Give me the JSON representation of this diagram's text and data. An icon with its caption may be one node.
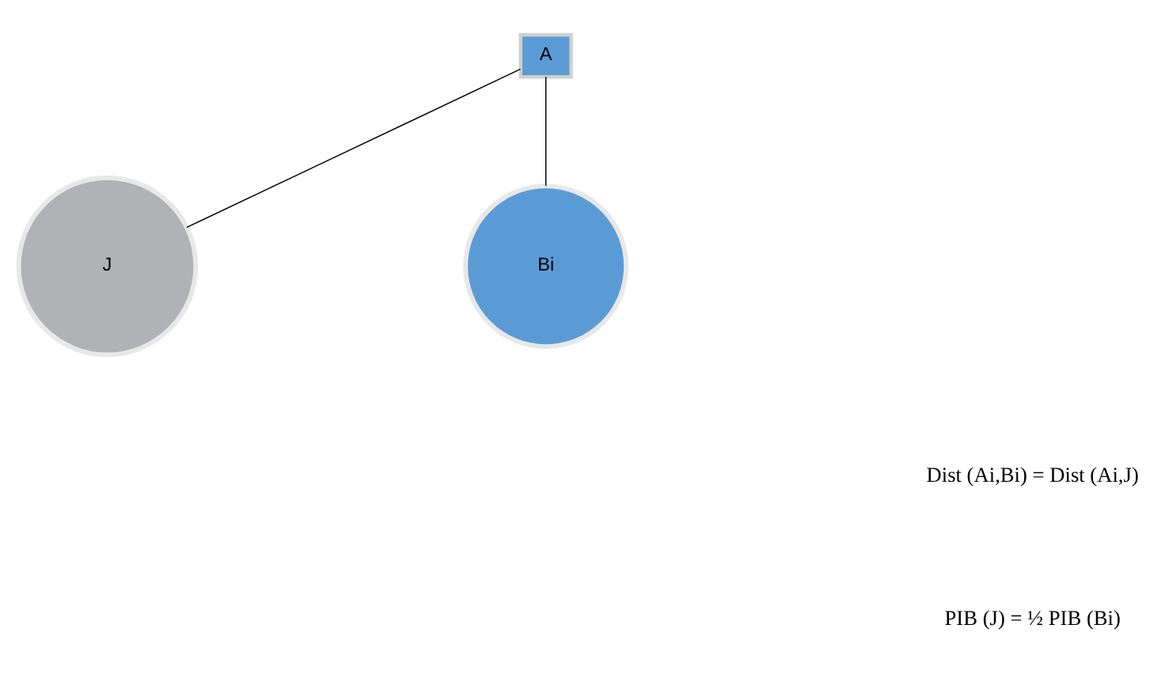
{
  "diagram": {
    "nodes": [
      {
        "text": [
          "A"
        ]
      },
      {
        "text": [
          "J"
        ]
      },
      {
        "text": [
          "Bi"
        ]
      }
    ],
    "edges": [
      {
        "from": 0,
        "to": 1,
        "arrow": "none"
      },
      {
        "from": 0,
        "to": 2,
        "arrow": "none"
      }
    ],
    "labels": [
      "Dist (Ai,Bi) = Dist (Ai,J)",
      "PIB (J) = ½ PIB (Bi)"
    ]
  }
}
